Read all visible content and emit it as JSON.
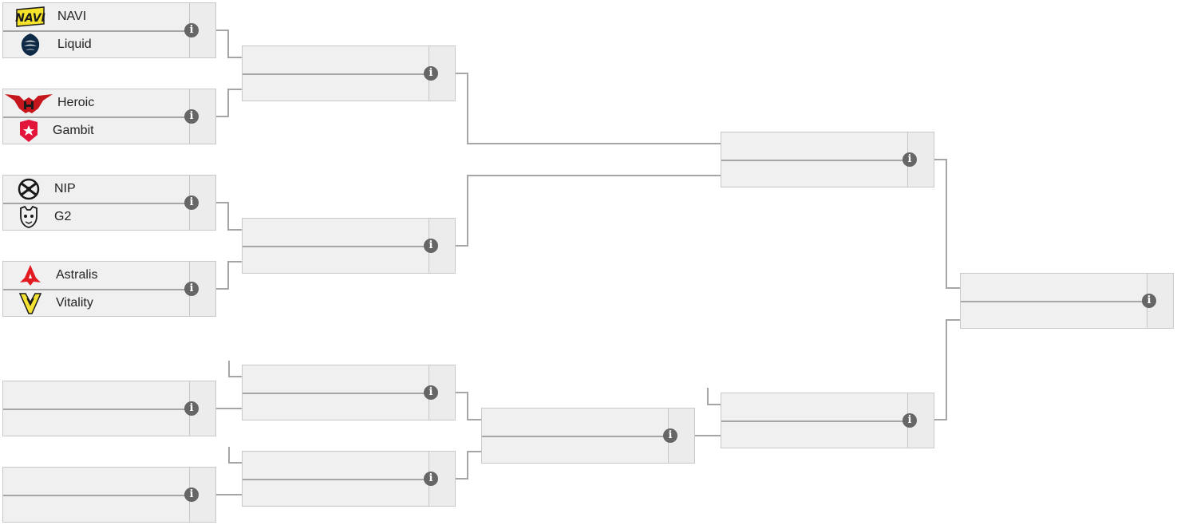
{
  "info_glyph": "i",
  "colors": {
    "box_bg": "#f0f0f0",
    "box_border": "#c8c8c8",
    "connector": "#a6a6a6",
    "info_icon": "#666666"
  },
  "round1": [
    {
      "team1": {
        "name": "NAVI",
        "icon": "navi-logo-icon"
      },
      "team2": {
        "name": "Liquid",
        "icon": "liquid-logo-icon"
      }
    },
    {
      "team1": {
        "name": "Heroic",
        "icon": "heroic-logo-icon"
      },
      "team2": {
        "name": "Gambit",
        "icon": "gambit-logo-icon"
      }
    },
    {
      "team1": {
        "name": "NIP",
        "icon": "nip-logo-icon"
      },
      "team2": {
        "name": "G2",
        "icon": "g2-logo-icon"
      }
    },
    {
      "team1": {
        "name": "Astralis",
        "icon": "astralis-logo-icon"
      },
      "team2": {
        "name": "Vitality",
        "icon": "vitality-logo-icon"
      }
    }
  ]
}
